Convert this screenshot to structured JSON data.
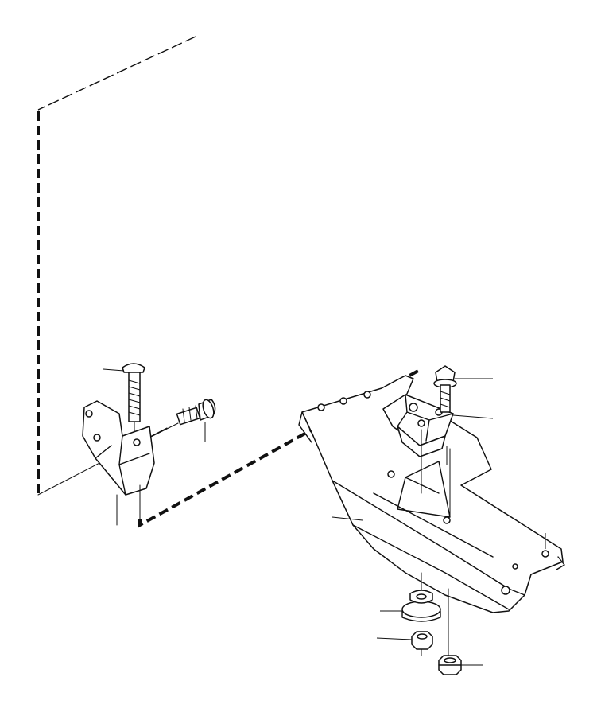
{
  "diagram": {
    "kind": "exploded parts diagram",
    "line_color": "#111111",
    "background": "#ffffff",
    "parts": [
      {
        "id": "carriage-bolt",
        "icon": "bolt-icon"
      },
      {
        "id": "flange-bolt-left",
        "icon": "bolt-icon"
      },
      {
        "id": "mounting-bracket",
        "icon": "bracket-icon"
      },
      {
        "id": "flange-bolt-right",
        "icon": "bolt-icon"
      },
      {
        "id": "rubber-mount",
        "icon": "mount-icon"
      },
      {
        "id": "crossmember",
        "icon": "crossmember-icon"
      },
      {
        "id": "rubber-bushing",
        "icon": "bushing-icon"
      },
      {
        "id": "nut-small",
        "icon": "nut-icon"
      },
      {
        "id": "nut-large",
        "icon": "nut-icon"
      }
    ]
  }
}
